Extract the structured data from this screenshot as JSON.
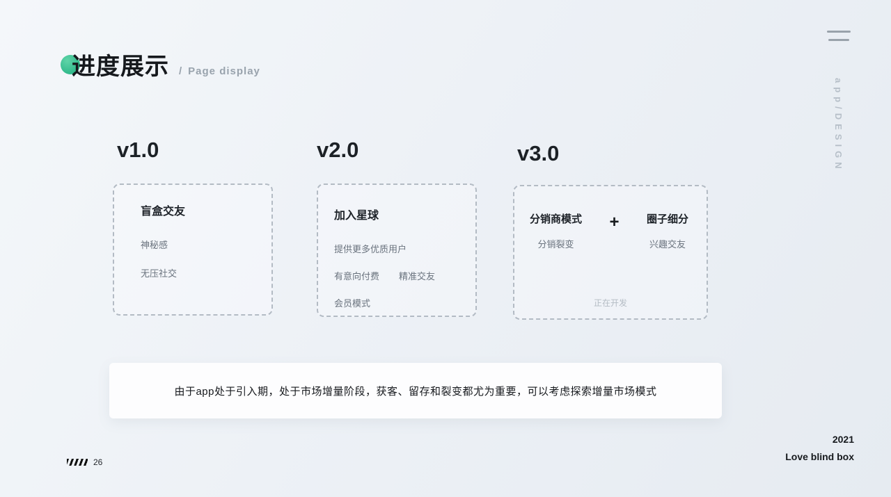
{
  "header": {
    "title": "进度展示",
    "separator": "/",
    "subtitle": "Page display"
  },
  "side_label": "app/DESIGN",
  "accent_color": "#1cae7e",
  "cards": [
    {
      "version": "v1.0",
      "heading": "盲盒交友",
      "items": [
        "神秘感",
        "无压社交"
      ]
    },
    {
      "version": "v2.0",
      "heading": "加入星球",
      "line1": "提供更多优质用户",
      "line2a": "有意向付费",
      "line2b": "精准交友",
      "line3": "会员模式"
    },
    {
      "version": "v3.0",
      "left_heading": "分销商模式",
      "plus": "+",
      "right_heading": "圈子细分",
      "left_sub": "分销裂变",
      "right_sub": "兴趣交友",
      "status": "正在开发"
    }
  ],
  "note": "由于app处于引入期，处于市场增量阶段，获客、留存和裂变都尤为重要，可以考虑探索增量市场模式",
  "footer": {
    "page_number": "26",
    "year": "2021",
    "brand": "Love blind box"
  }
}
